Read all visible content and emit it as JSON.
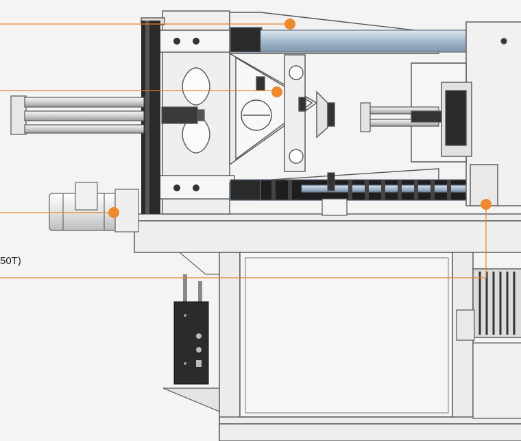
{
  "callouts": [
    {
      "id": "tie-bar",
      "label": ""
    },
    {
      "id": "toggle-mechanism",
      "label": ""
    },
    {
      "id": "hydraulic-motor",
      "label": ""
    },
    {
      "id": "clamping-force",
      "label": "50T)"
    }
  ],
  "colors": {
    "leader": "#e8842a",
    "dot": "#ee8a2d",
    "metal_light": "#f3f3f3",
    "metal_mid": "#d6d6d6",
    "outline": "#555555",
    "tie_bar": "#b9cbdc",
    "dark": "#2a2a2a"
  },
  "icons": [
    "callout-dot-icon"
  ]
}
